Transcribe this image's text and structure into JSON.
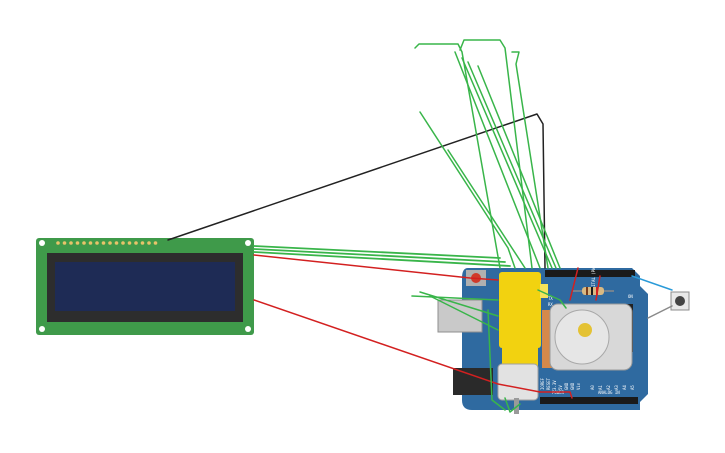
{
  "colors": {
    "background": "#ffffff",
    "lcd_board": "#3f9a4a",
    "lcd_screen": "#1e2b55",
    "arduino_board": "#2f6aa0",
    "wire_green": "#39b54a",
    "wire_red": "#d32020",
    "wire_black": "#222222",
    "wire_blue": "#2a9ad8",
    "motor_yellow": "#f2d210",
    "dc_motor_body": "#d8d8d8"
  },
  "icons": {
    "lcd": "lcd-16x2-icon",
    "arduino": "arduino-uno-icon",
    "motor": "dc-gear-motor-icon",
    "pushbutton": "pushbutton-icon",
    "resistor": "resistor-icon"
  },
  "arduino": {
    "digital_label": "DIGITAL (PWM~)",
    "analog_label": "ANALOG IN",
    "power_label": "POWER",
    "analog_pins": [
      "A0",
      "A1",
      "A2",
      "A3",
      "A4",
      "A5"
    ],
    "power_pins": [
      "IOREF",
      "RESET",
      "3.3V",
      "5V",
      "GND",
      "GND",
      "Vin"
    ],
    "tx_label": "TX",
    "rx_label": "RX",
    "on_label": "ON"
  }
}
